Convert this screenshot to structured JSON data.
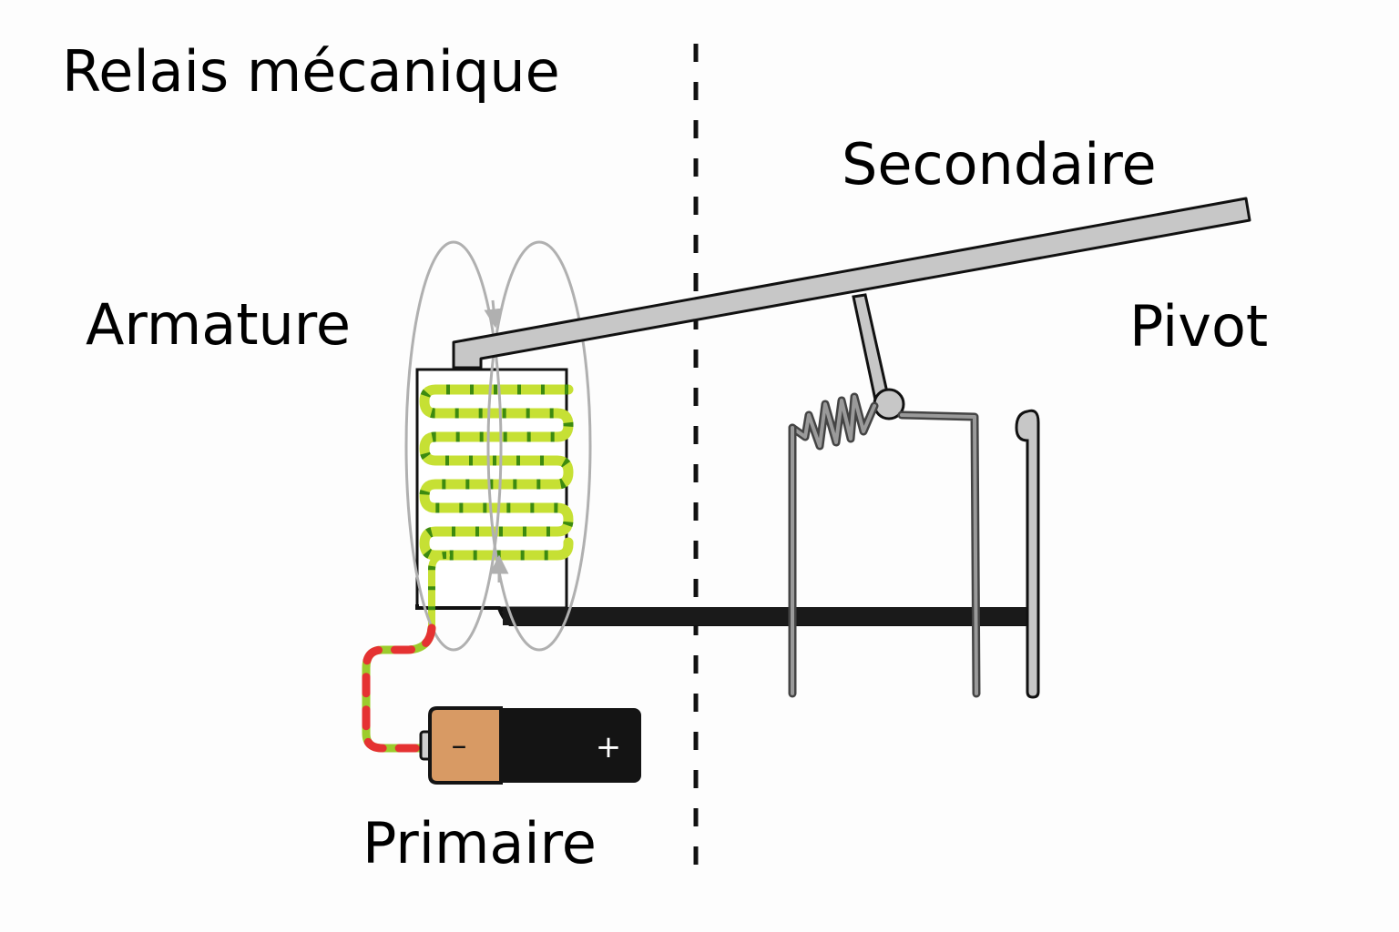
{
  "labels": {
    "title": "Relais mécanique",
    "secondary": "Secondaire",
    "armature": "Armature",
    "pivot": "Pivot",
    "primary": "Primaire"
  },
  "battery": {
    "negative": "–",
    "positive": "+"
  },
  "colors": {
    "coil_light": "#c6e034",
    "coil_dark": "#3c8a10",
    "wire_red": "#e53232",
    "wire_green": "#9ccc2c",
    "battery_copper": "#d89a64",
    "battery_black": "#141414",
    "lever_fill": "#c7c7c7",
    "contact_gray": "#8a8a8a",
    "field_lines": "#b0b0b0"
  }
}
